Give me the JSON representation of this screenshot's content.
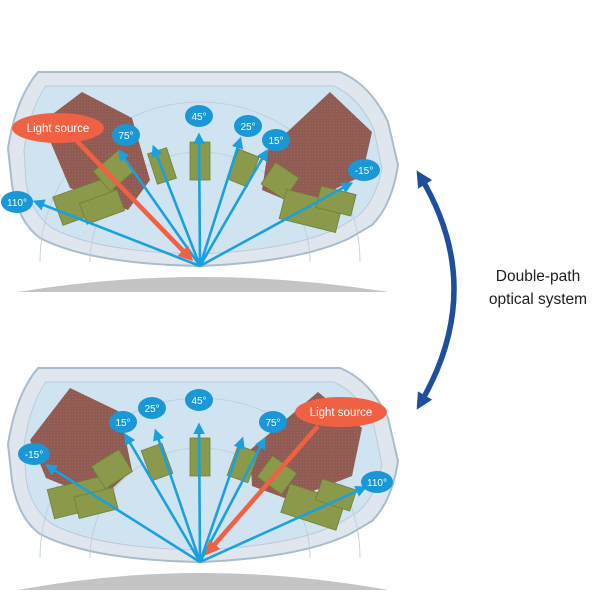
{
  "caption": {
    "line1": "Double-path",
    "line2": "optical system"
  },
  "panels": [
    {
      "id": "top",
      "light_source_label": "Light source",
      "angles": [
        "75°",
        "45°",
        "25°",
        "15°",
        "-15°",
        "110°"
      ]
    },
    {
      "id": "bottom",
      "light_source_label": "Light source",
      "angles": [
        "15°",
        "25°",
        "45°",
        "75°",
        "-15°",
        "110°"
      ]
    }
  ],
  "colors": {
    "housing_fill": "#cfe3f0",
    "housing_stroke": "#a9bccb",
    "housing_band": "#dfe6ee",
    "brown_block": "#8b4f45",
    "green_sensor": "#8a9a4a",
    "beam_blue": "#1aa0dc",
    "light_source_red": "#f06042",
    "angle_badge": "#1997d6",
    "ground_gray": "#c4c4c4",
    "double_arrow": "#1d4f9c",
    "text_dark": "#1d1d1b"
  }
}
